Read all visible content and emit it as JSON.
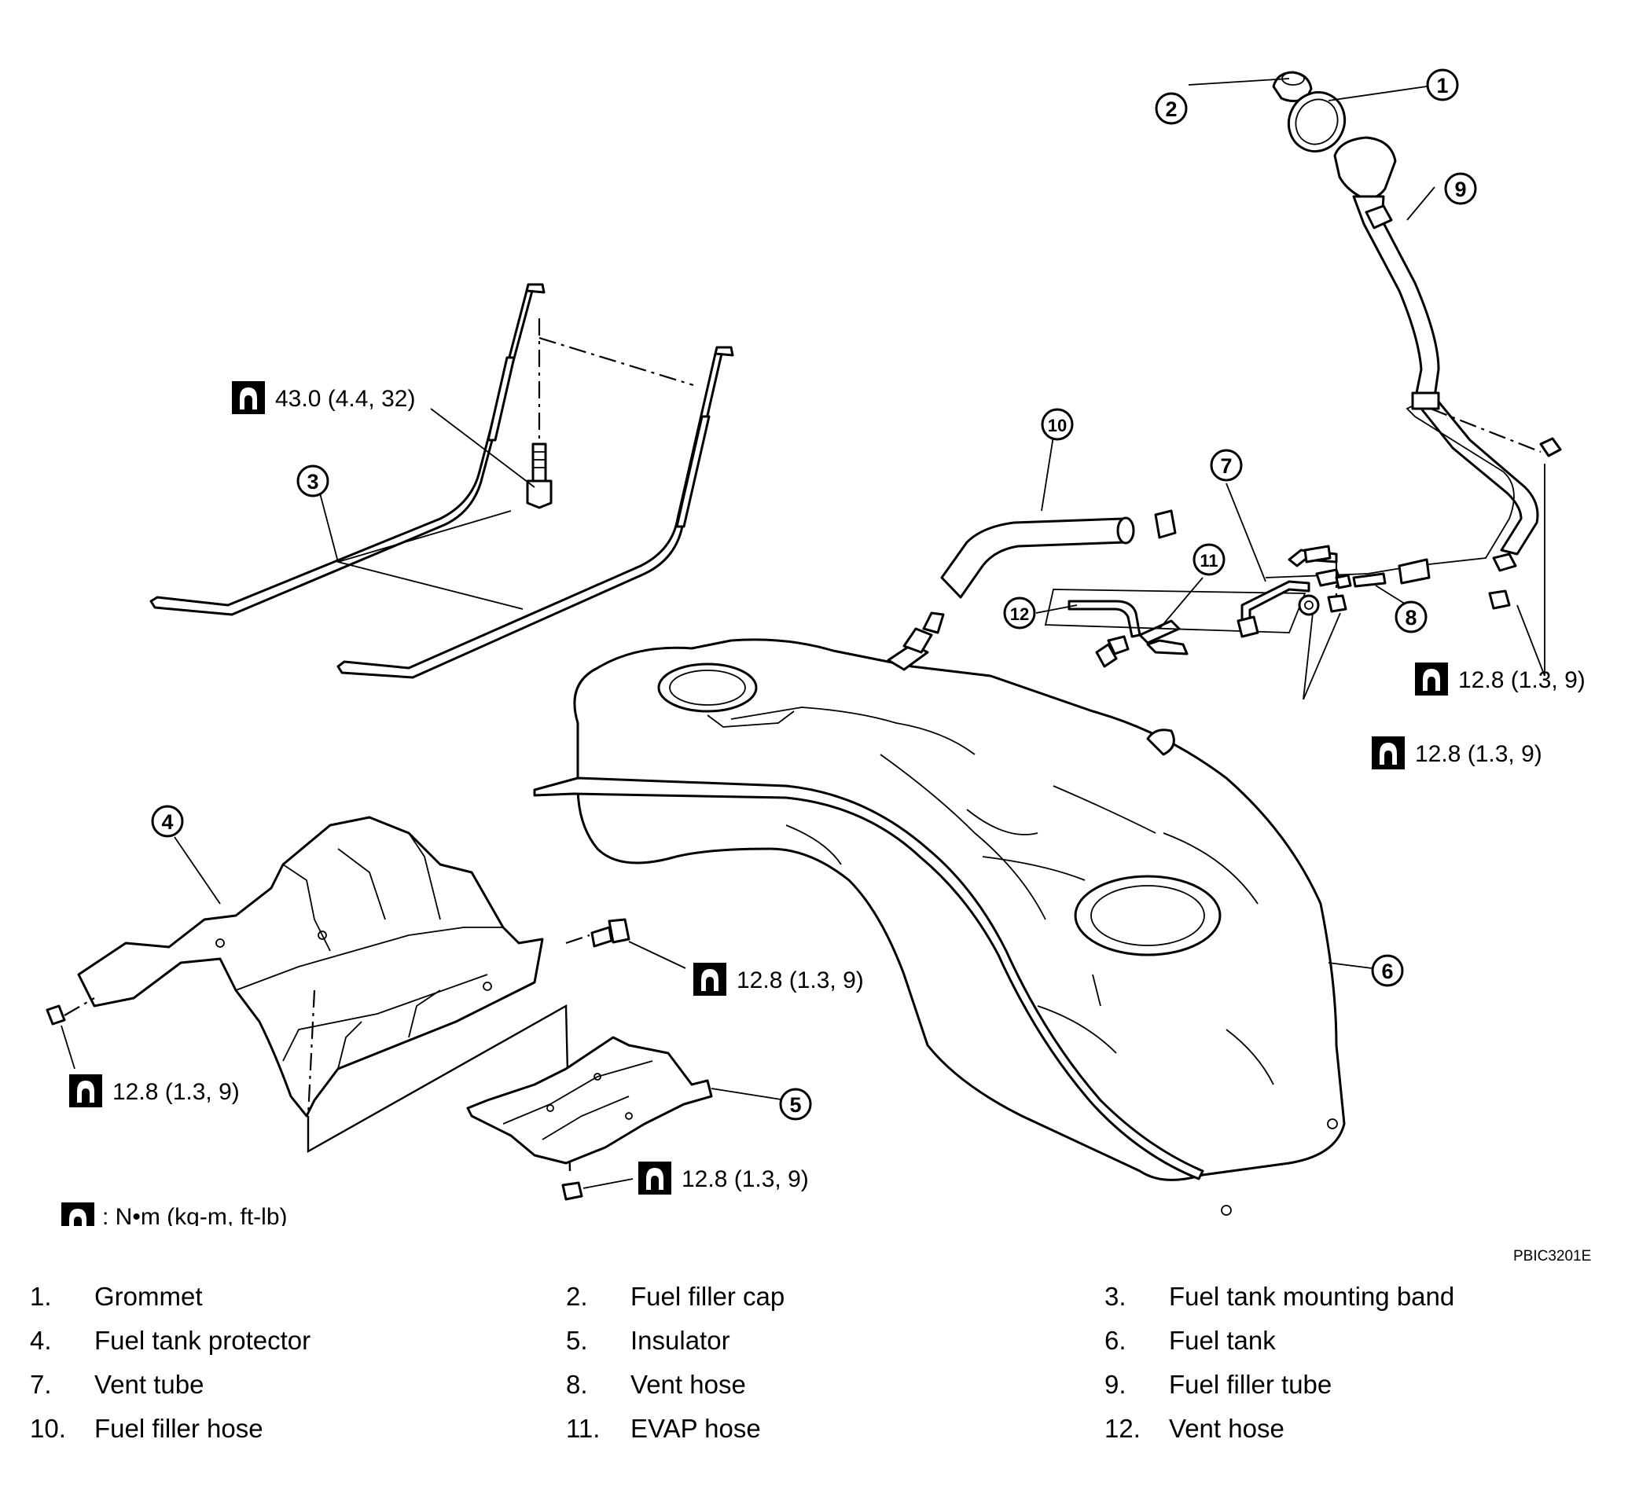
{
  "callouts": {
    "c1": "1",
    "c2": "2",
    "c3": "3",
    "c4": "4",
    "c5": "5",
    "c6": "6",
    "c7": "7",
    "c8": "8",
    "c9": "9",
    "c10": "10",
    "c11": "11",
    "c12": "12"
  },
  "torques": {
    "band_bolt": "43.0 (4.4, 32)",
    "filler_nuts": "12.8 (1.3, 9)",
    "vent_nuts": "12.8 (1.3, 9)",
    "protector_bolt": "12.8 (1.3, 9)",
    "protector_nut": "12.8 (1.3, 9)",
    "insulator_nut": "12.8 (1.3, 9)"
  },
  "unit_note": ": N•m (kg-m, ft-lb)",
  "figure_code": "PBIC3201E",
  "icons": {
    "torque": "torque-wrench-icon"
  },
  "legend": [
    {
      "num": "1.",
      "name": "Grommet"
    },
    {
      "num": "2.",
      "name": "Fuel filler cap"
    },
    {
      "num": "3.",
      "name": "Fuel tank mounting band"
    },
    {
      "num": "4.",
      "name": "Fuel tank protector"
    },
    {
      "num": "5.",
      "name": "Insulator"
    },
    {
      "num": "6.",
      "name": "Fuel tank"
    },
    {
      "num": "7.",
      "name": "Vent tube"
    },
    {
      "num": "8.",
      "name": "Vent hose"
    },
    {
      "num": "9.",
      "name": "Fuel filler tube"
    },
    {
      "num": "10.",
      "name": "Fuel filler hose"
    },
    {
      "num": "11.",
      "name": "EVAP hose"
    },
    {
      "num": "12.",
      "name": "Vent hose"
    }
  ]
}
